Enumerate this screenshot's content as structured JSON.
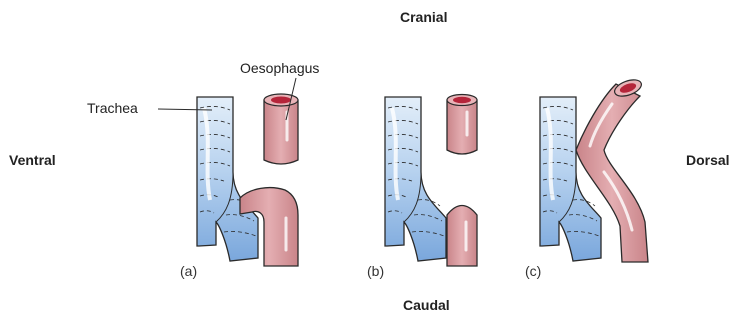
{
  "orientation": {
    "cranial": "Cranial",
    "caudal": "Caudal",
    "ventral": "Ventral",
    "dorsal": "Dorsal"
  },
  "structures": {
    "trachea": "Trachea",
    "oesophagus": "Oesophagus"
  },
  "panels": [
    {
      "label": "(a)"
    },
    {
      "label": "(b)"
    },
    {
      "label": "(c)"
    }
  ],
  "colors": {
    "trachea_light": "#dbe9f7",
    "trachea_mid": "#a9c9ec",
    "trachea_dark": "#6f9fd8",
    "oesophagus_fill": "#dfa3a7",
    "oesophagus_rim": "#c46a72",
    "oesophagus_lumen": "#b5253a",
    "outline": "#2a2a2a"
  }
}
